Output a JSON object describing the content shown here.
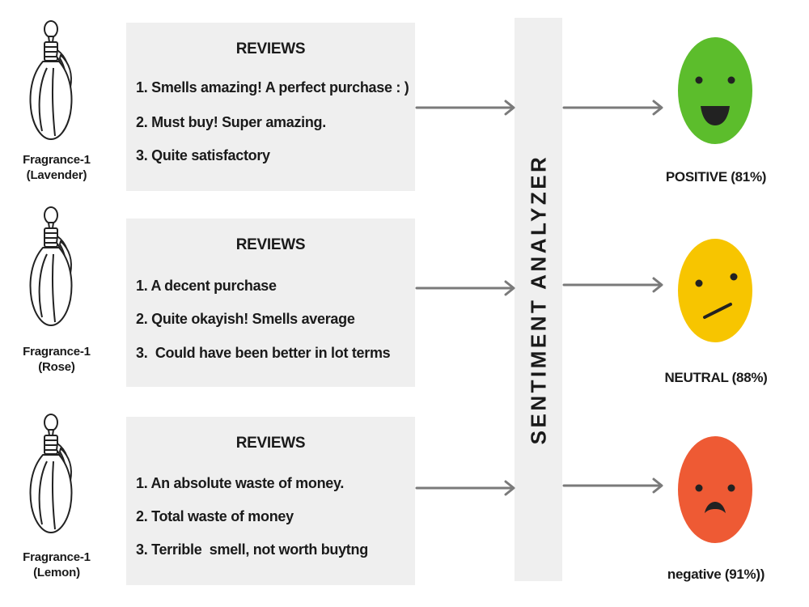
{
  "products": [
    {
      "name": "Fragrance-1",
      "variant": "(Lavender)"
    },
    {
      "name": "Fragrance-1",
      "variant": "(Rose)"
    },
    {
      "name": "Fragrance-1",
      "variant": "(Lemon)"
    }
  ],
  "review_boxes": [
    {
      "title": "REVIEWS",
      "lines": [
        "1. Smells amazing! A perfect purchase : )",
        "2. Must buy! Super amazing.",
        "3. Quite satisfactory"
      ]
    },
    {
      "title": "REVIEWS",
      "lines": [
        "1. A decent purchase",
        "2. Quite okayish! Smells average",
        "3.  Could have been better in lot terms"
      ]
    },
    {
      "title": "REVIEWS",
      "lines": [
        "1. An absolute waste of money.",
        "2. Total waste of money",
        "3. Terrible  smell, not worth buytng"
      ]
    }
  ],
  "analyzer": {
    "label": "SENTIMENT ANALYZER"
  },
  "results": [
    {
      "label": "POSITIVE (81%)",
      "face": "happy-face-icon",
      "color": "#5cbd2c"
    },
    {
      "label": "NEUTRAL (88%)",
      "face": "neutral-face-icon",
      "color": "#f7c500"
    },
    {
      "label": "negative (91%))",
      "face": "sad-face-icon",
      "color": "#ee5a34"
    }
  ],
  "colors": {
    "box_background": "#efefef",
    "arrow": "#7a7a7a"
  }
}
